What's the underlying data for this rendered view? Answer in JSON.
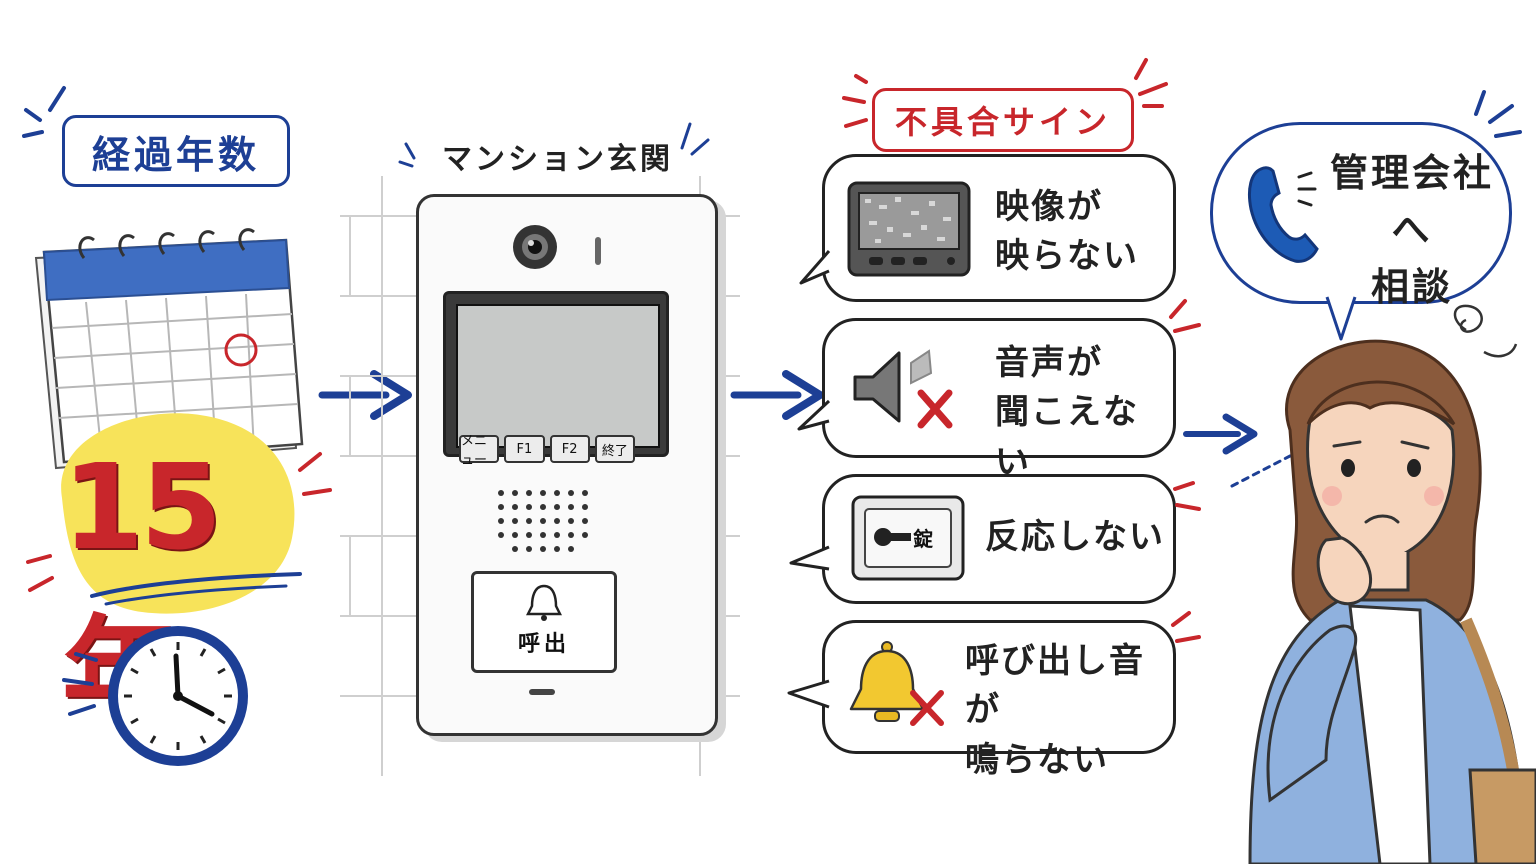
{
  "elapsed": {
    "tag_label": "経過年数",
    "years_label": "15年"
  },
  "intercom": {
    "heading": "マンション玄関",
    "buttons": [
      {
        "label": "メニュー"
      },
      {
        "label": "F1"
      },
      {
        "label": "F2"
      },
      {
        "label": "終了"
      }
    ],
    "call_label": "呼出"
  },
  "signs": {
    "tag_label": "不具合サイン",
    "items": [
      {
        "line1": "映像が",
        "line2": "映らない"
      },
      {
        "line1": "音声が",
        "line2": "聞こえない"
      },
      {
        "line1": "反応しない",
        "line2": ""
      },
      {
        "line1": "呼び出し音が",
        "line2": "鳴らない"
      }
    ],
    "lock_key_label": "錠"
  },
  "consult": {
    "line1": "管理会社へ",
    "line2": "相談"
  },
  "colors": {
    "blue": "#1d3f95",
    "red": "#c8262b",
    "yellow": "#f7e35a"
  }
}
